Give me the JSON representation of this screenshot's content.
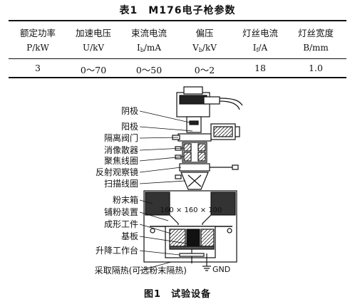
{
  "table": {
    "title": "表1　M176电子枪参数",
    "headers": [
      {
        "cn": "额定功率",
        "unit": "P/kW"
      },
      {
        "cn": "加速电压",
        "unit": "U/kV"
      },
      {
        "cn": "束流电流",
        "unit_base": "I",
        "unit_sub": "b",
        "unit_rest": "/mA"
      },
      {
        "cn": "偏压",
        "unit_base": "V",
        "unit_sub": "b",
        "unit_rest": "/kV"
      },
      {
        "cn": "灯丝电流",
        "unit_base": "I",
        "unit_sub": "f",
        "unit_rest": "/A"
      },
      {
        "cn": "灯丝宽度",
        "unit": "B/mm"
      }
    ],
    "row": [
      "3",
      "0～70",
      "0～50",
      "0～2",
      "18",
      "1.0"
    ]
  },
  "figure": {
    "labels": [
      "阴极",
      "阳极",
      "隔离阀门",
      "消像散器",
      "聚焦线圈",
      "反射观察镜",
      "扫描线圈",
      "粉末箱",
      "铺粉装置",
      "成形工件",
      "基板",
      "升降工作台",
      "采取隔热(可选粉末隔热)"
    ],
    "dimension": "160 × 160 × 100",
    "ground": "GND",
    "caption": "图1　试验设备"
  }
}
